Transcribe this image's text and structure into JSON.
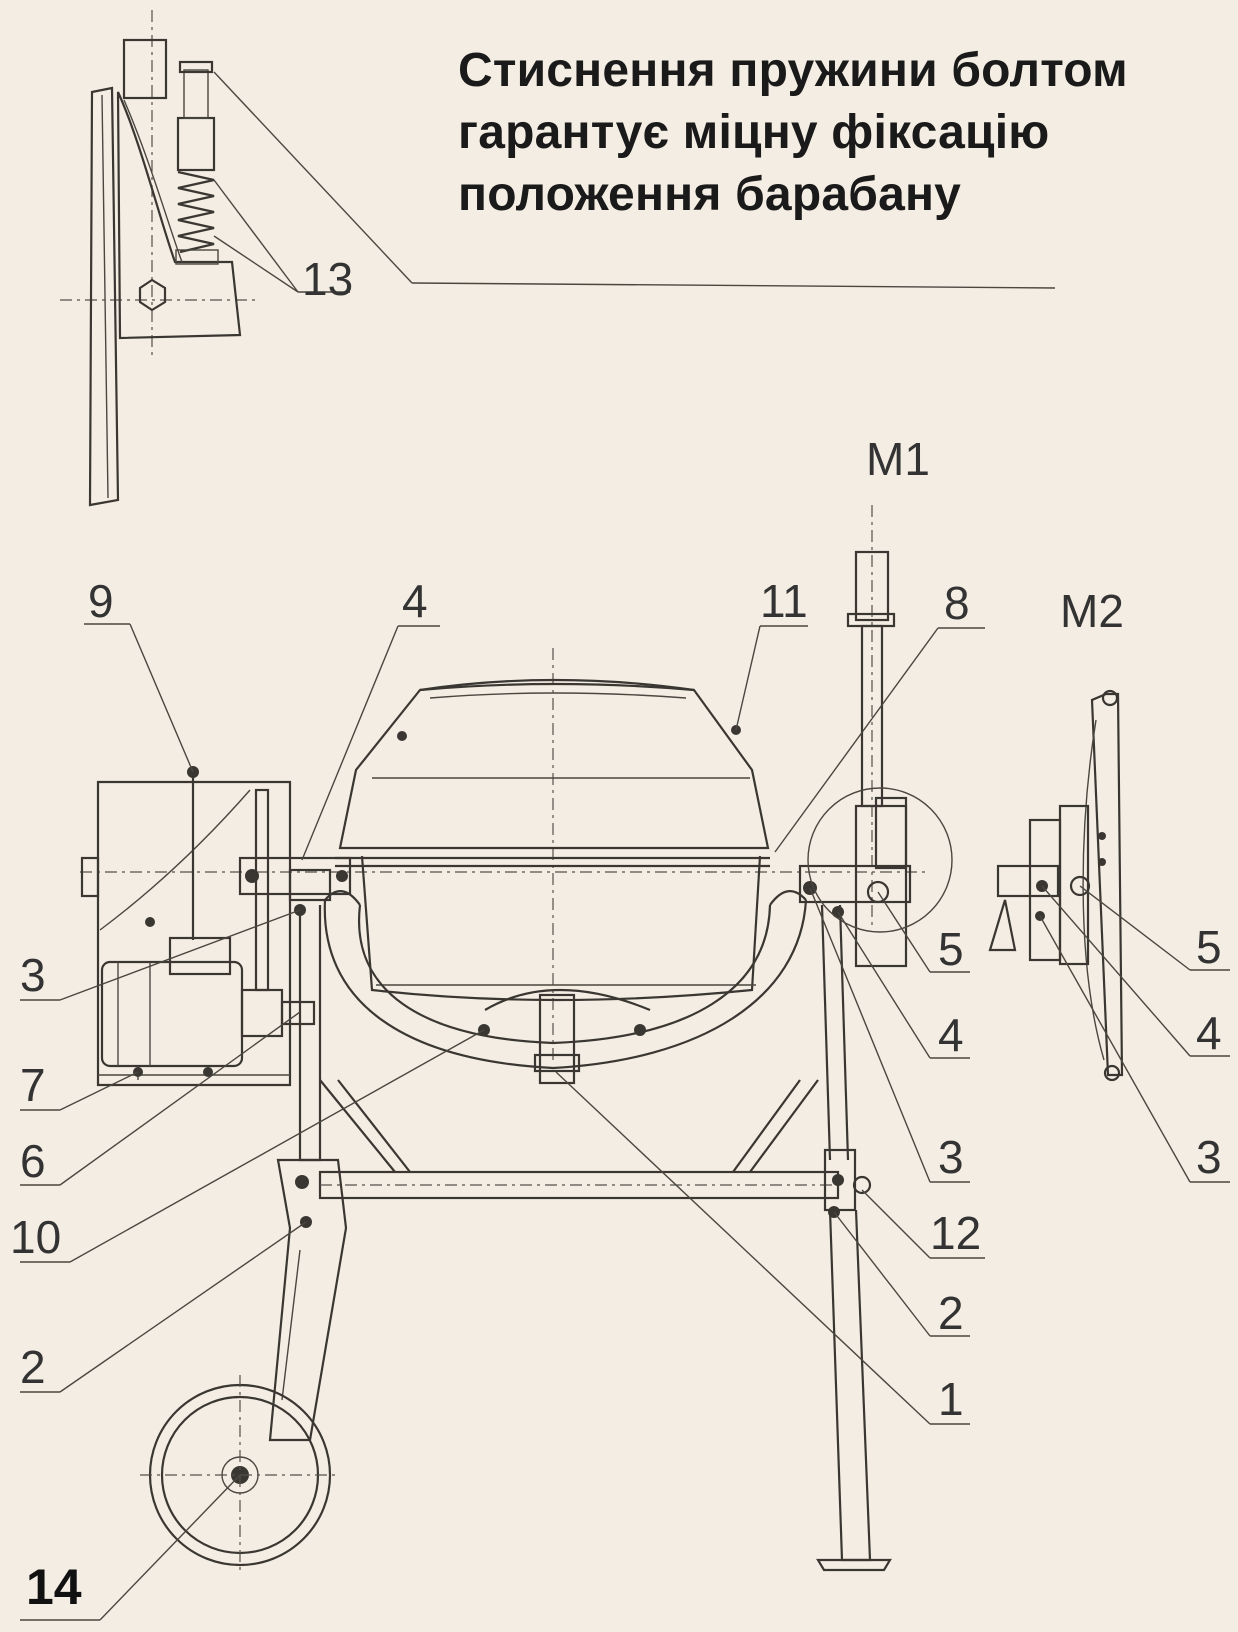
{
  "caption": {
    "line1": "Стиснення пружини болтом",
    "line2": "гарантує міцну фіксацію",
    "line3": "положення барабану"
  },
  "views": {
    "m1": "M1",
    "m2": "M2"
  },
  "callouts": {
    "c13": "13",
    "c9": "9",
    "c4_top": "4",
    "c11": "11",
    "c8": "8",
    "c3_left": "3",
    "c7": "7",
    "c6": "6",
    "c10": "10",
    "c2_left": "2",
    "c14": "14",
    "c5_mid": "5",
    "c4_mid": "4",
    "c3_mid": "3",
    "c12": "12",
    "c2_right": "2",
    "c1": "1",
    "c5_right": "5",
    "c4_right": "4",
    "c3_right": "3"
  }
}
